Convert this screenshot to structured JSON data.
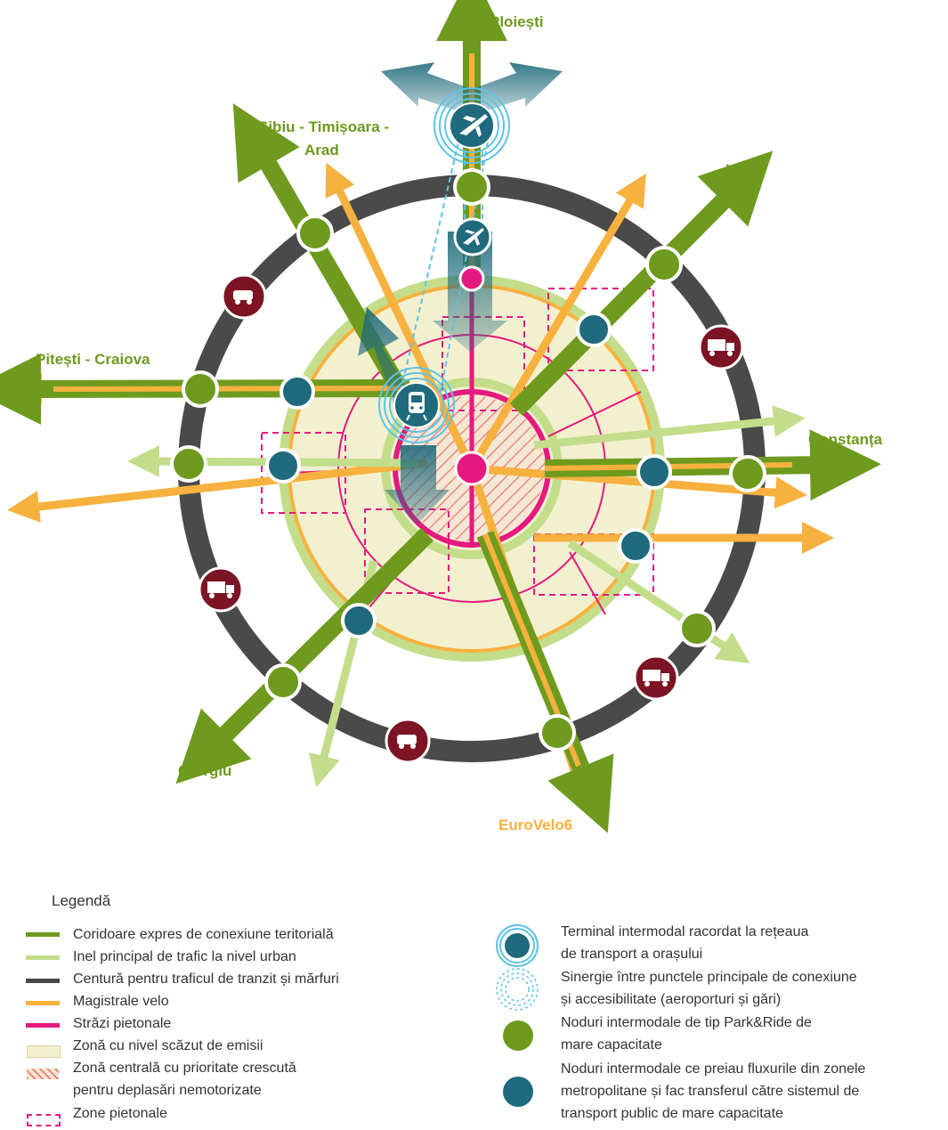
{
  "colors": {
    "express": "#6e9a1e",
    "urban_ring": "#c3dd8b",
    "transit_belt": "#4a4a4a",
    "velo": "#f7b13e",
    "pedestrian": "#e6197f",
    "low_emission": "#f3f0cf",
    "hatch": "#e88b7f",
    "intermodal_blue": "#1f6a7c",
    "freight_red": "#7c1423"
  },
  "cities": {
    "ploiesti": "Ploiești",
    "sibiu": "Sibiu - Timișoara -",
    "arad": "Arad",
    "iasi": "Iași",
    "pitesti": "Pitești - Craiova",
    "constanta": "Constanța",
    "giurgiu": "Giurgiu",
    "eurovelo": "EuroVelo6"
  },
  "legend": {
    "title": "Legendă",
    "left": [
      {
        "icon": "express-line-icon",
        "text": "Coridoare expres de conexiune teritorială"
      },
      {
        "icon": "urban-ring-line-icon",
        "text": "Inel principal de trafic la nivel urban"
      },
      {
        "icon": "transit-belt-line-icon",
        "text": "Centură pentru traficul de tranzit și mărfuri"
      },
      {
        "icon": "velo-line-icon",
        "text": "Magistrale velo"
      },
      {
        "icon": "pedestrian-street-line-icon",
        "text": "Străzi pietonale"
      },
      {
        "icon": "low-emission-zone-icon",
        "text": "Zonă cu nivel scăzut de emisii"
      },
      {
        "icon": "hatched-zone-icon",
        "text": "Zonă centrală cu prioritate crescută",
        "text2": "pentru deplasări nemotorizate"
      },
      {
        "icon": "pedestrian-zone-icon",
        "text": "Zone pietonale"
      }
    ],
    "right": [
      {
        "icon": "terminal-icon",
        "text": "Terminal intermodal racordat la rețeaua",
        "text2": "de transport a orașului"
      },
      {
        "icon": "synergy-icon",
        "text": "Sinergie între punctele principale de conexiune",
        "text2": "și accesibilitate (aeroporturi și gări)"
      },
      {
        "icon": "park-ride-node-icon",
        "text": "Noduri intermodale de tip Park&Ride de",
        "text2": "mare capacitate"
      },
      {
        "icon": "metropolitan-node-icon",
        "text": "Noduri intermodale ce preiau fluxurile din zonele",
        "text2": "metropolitane și fac transferul către sistemul de",
        "text3": "transport public de mare capacitate"
      }
    ]
  }
}
